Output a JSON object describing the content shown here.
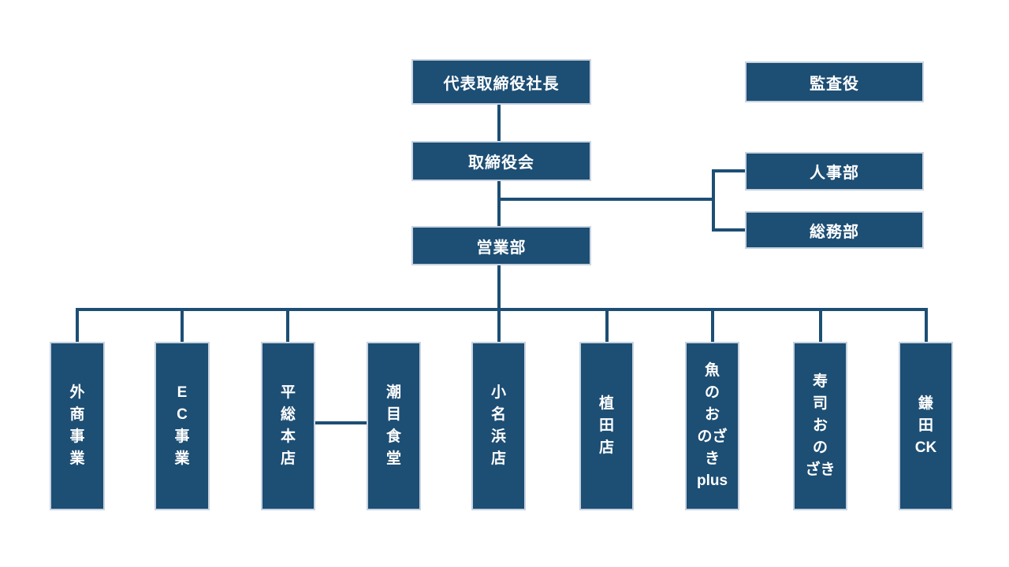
{
  "org": {
    "ceo": "代表取締役社長",
    "board_of_directors": "取締役会",
    "auditor": "監査役",
    "hr_department": "人事部",
    "general_affairs_department": "総務部",
    "sales_department": "営業部",
    "branches": [
      "外\n商\n事\n業",
      "E\nC\n事\n業",
      "平\n総\n本\n店",
      "潮\n目\n食\n堂",
      "小\n名\n浜\n店",
      "植\n田\n店",
      "魚\nの\nお\nのざ\nき\nplus",
      "寿\n司\nお\nの\nざき",
      "鎌\n田\nCK"
    ]
  },
  "colors": {
    "box_fill": "#1d4e74",
    "box_border": "#c7d3e0",
    "line": "#1d4e74",
    "text": "#ffffff",
    "background": "#ffffff"
  }
}
